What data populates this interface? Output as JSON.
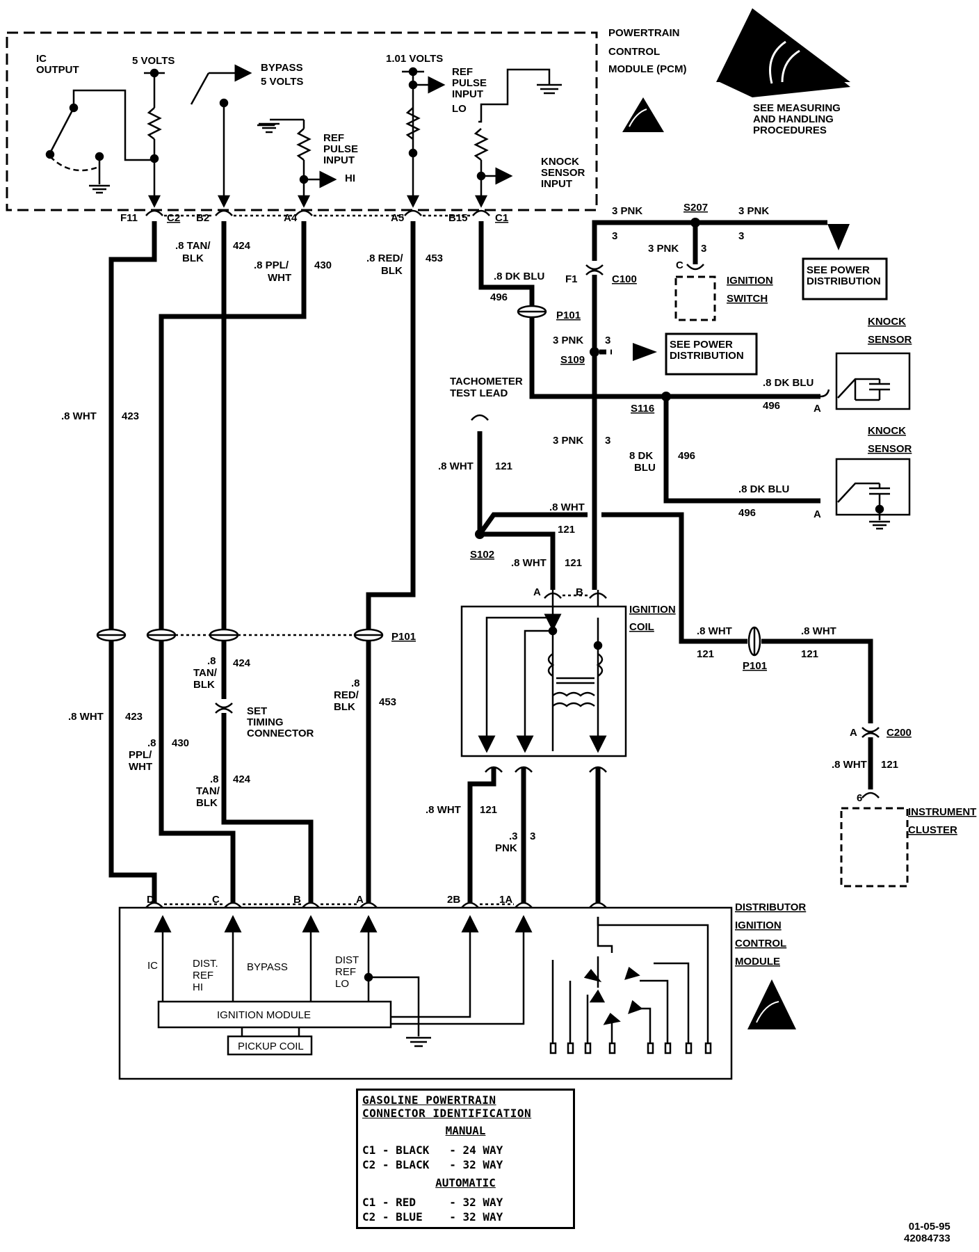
{
  "pcm": {
    "title_lines": [
      "POWERTRAIN",
      "CONTROL",
      "MODULE (PCM)"
    ],
    "ic_output": [
      "IC",
      "OUTPUT"
    ],
    "five_volts": "5 VOLTS",
    "bypass": [
      "BYPASS",
      "5 VOLTS"
    ],
    "ref_hi": [
      "REF",
      "PULSE",
      "INPUT",
      "HI"
    ],
    "one_volts": "1.01 VOLTS",
    "ref_lo": [
      "REF",
      "PULSE",
      "INPUT",
      "LO"
    ],
    "knock_input": [
      "KNOCK",
      "SENSOR",
      "INPUT"
    ]
  },
  "esd_note": [
    "SEE MEASURING",
    "AND HANDLING",
    "PROCEDURES"
  ],
  "pins": {
    "f11": "F11",
    "c2": "C2",
    "b2": "B2",
    "a4": "A4",
    "a5": "A5",
    "b15": "B15",
    "c1": "C1"
  },
  "wires": {
    "w423": {
      "color": ".8 WHT",
      "num": "423"
    },
    "w424": {
      "color_a": ".8 TAN/",
      "color_b": "BLK",
      "num": "424"
    },
    "w430": {
      "color_a": ".8 PPL/",
      "color_b": "WHT",
      "num": "430"
    },
    "w453": {
      "color_a": ".8 RED/",
      "color_b": "BLK",
      "num": "453"
    },
    "w496": {
      "color": ".8 DK BLU",
      "num": "496"
    },
    "pnk": {
      "color": "3 PNK",
      "num": "3"
    },
    "w121": {
      "color": ".8 WHT",
      "num": "121"
    }
  },
  "lower_wire_labels": {
    "c424a": ".8",
    "c424b": "TAN/",
    "c424c": "BLK",
    "c453a": ".8",
    "c453b": "RED/",
    "c453c": "BLK",
    "c430a": ".8",
    "c430b": "PPL/",
    "c430c": "WHT",
    "pnk3": ".3",
    "pnk3b": "PNK",
    "dkblu8": "8 DK",
    "dkblu8b": "BLU"
  },
  "splices": {
    "s207": "S207",
    "s109": "S109",
    "s116": "S116",
    "s102": "S102"
  },
  "connectors": {
    "p101": "P101",
    "c100": "C100",
    "f1": "F1",
    "c200": "C200",
    "c200_pin": "A",
    "c_pin": "C",
    "cluster_pin": "6"
  },
  "components": {
    "ignition_switch": [
      "IGNITION",
      "SWITCH"
    ],
    "power_distribution": [
      "SEE POWER",
      "DISTRIBUTION"
    ],
    "knock_sensor": [
      "KNOCK",
      "SENSOR"
    ],
    "knock_pin": "A",
    "tach_lead": [
      "TACHOMETER",
      "TEST LEAD"
    ],
    "ignition_coil": [
      "IGNITION",
      "COIL"
    ],
    "coil_pins": {
      "a": "A",
      "b": "B"
    },
    "set_timing": [
      "SET",
      "TIMING",
      "CONNECTOR"
    ],
    "instrument_cluster": [
      "INSTRUMENT",
      "CLUSTER"
    ],
    "dicm": [
      "DISTRIBUTOR",
      "IGNITION",
      "CONTROL",
      "MODULE"
    ],
    "dicm_pins": {
      "d": "D",
      "c": "C",
      "b": "B",
      "a": "A",
      "p2b": "2B",
      "p1a": "1A"
    },
    "dicm_labels": {
      "ic": "IC",
      "dist_ref_hi": [
        "DIST.",
        "REF",
        "HI"
      ],
      "bypass": "BYPASS",
      "dist_ref_lo": [
        "DIST",
        "REF",
        "LO"
      ]
    },
    "ignition_module": "IGNITION MODULE",
    "pickup_coil": "PICKUP COIL"
  },
  "legend": {
    "title": [
      "GASOLINE POWERTRAIN",
      "CONNECTOR IDENTIFICATION"
    ],
    "manual": "MANUAL",
    "manual_rows": [
      "C1 - BLACK   - 24 WAY",
      "C2 - BLACK   - 32 WAY"
    ],
    "automatic": "AUTOMATIC",
    "automatic_rows": [
      "C1 - RED     - 32 WAY",
      "C2 - BLUE    - 32 WAY"
    ]
  },
  "stamp": [
    "01-05-95",
    "42084733"
  ]
}
